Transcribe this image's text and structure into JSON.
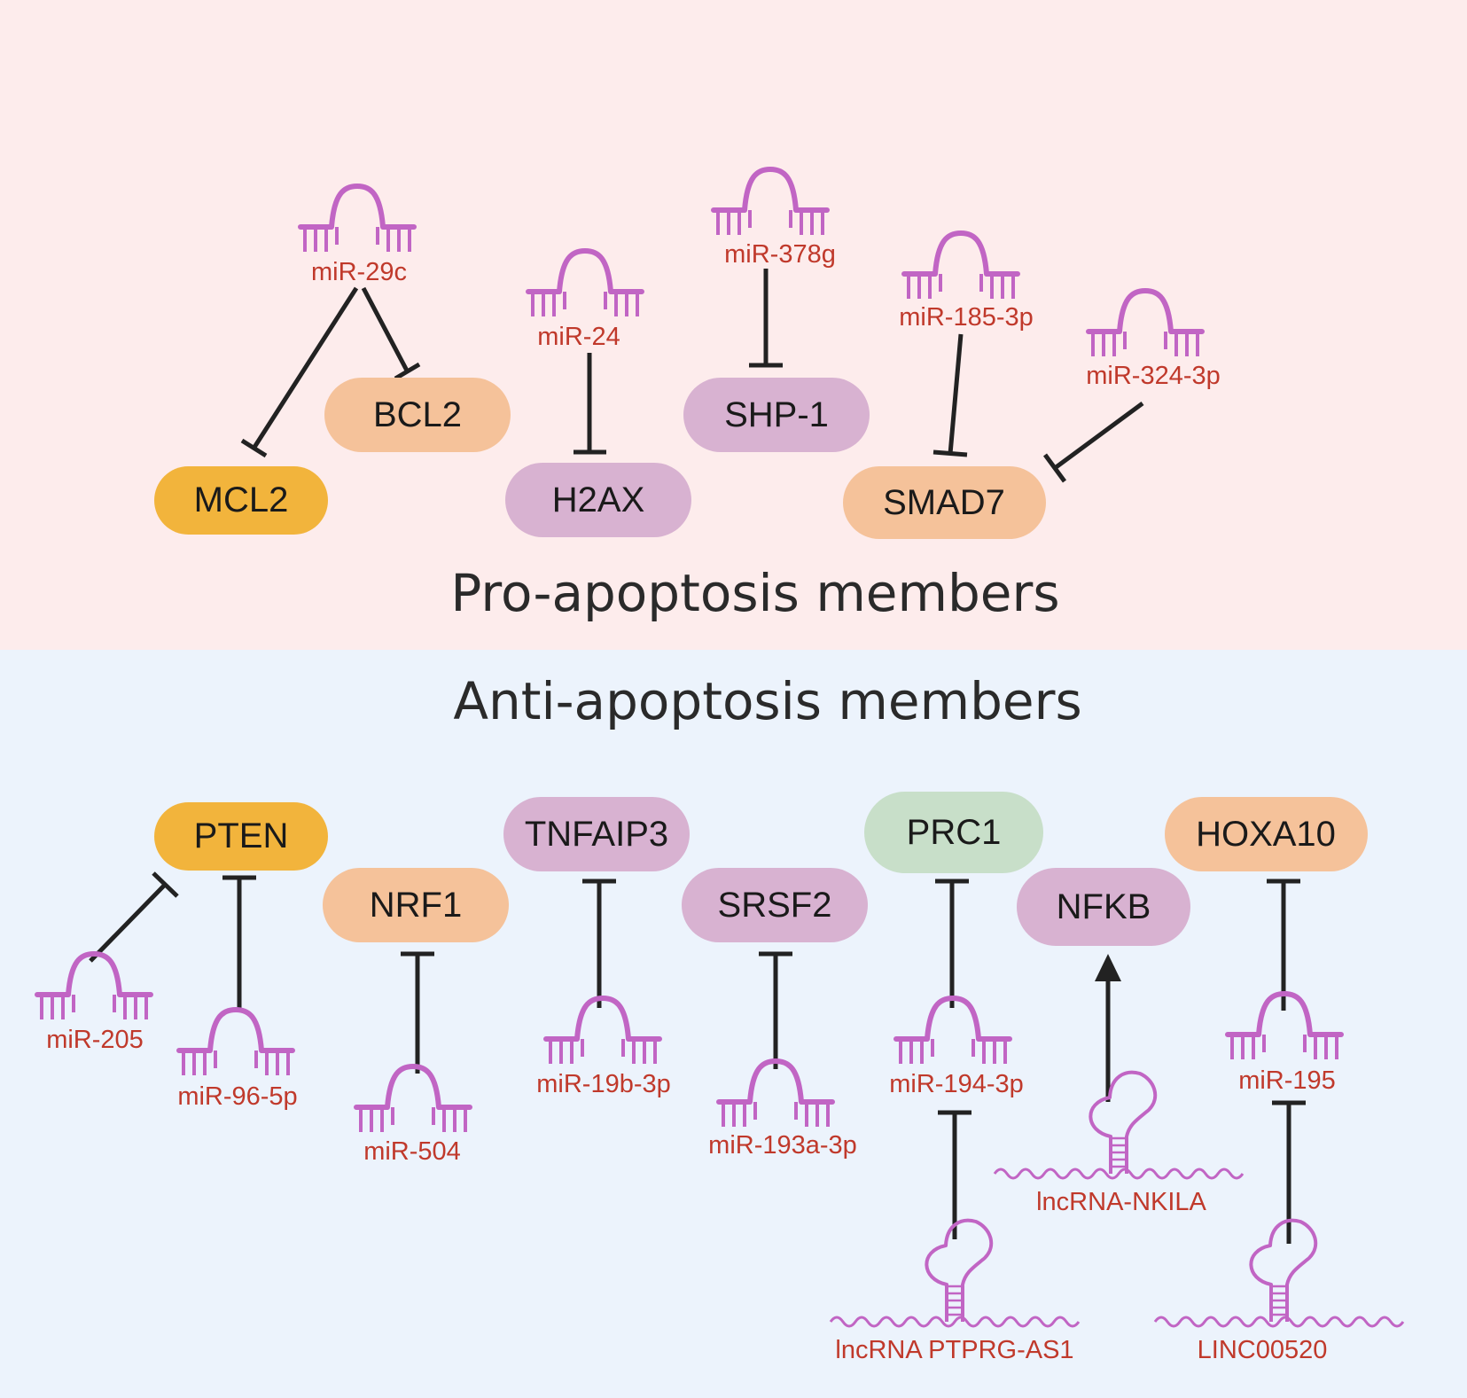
{
  "sections": {
    "pro": {
      "title": "Pro-apoptosis members",
      "bg": "#fdecec"
    },
    "anti": {
      "title": "Anti-apoptosis members",
      "bg": "#ecf3fc"
    }
  },
  "colors": {
    "orange": "#f2b43c",
    "peach": "#f5c29a",
    "lilac": "#d8b2d1",
    "mint": "#c8dfc9",
    "rna": "#c165c4",
    "label": "#c0392b",
    "line": "#222222"
  },
  "genes": {
    "mcl2": "MCL2",
    "bcl2": "BCL2",
    "h2ax": "H2AX",
    "shp1": "SHP-1",
    "smad7": "SMAD7",
    "pten": "PTEN",
    "nrf1": "NRF1",
    "tnfaip3": "TNFAIP3",
    "srsf2": "SRSF2",
    "prc1": "PRC1",
    "nfkb": "NFKB",
    "hoxa10": "HOXA10"
  },
  "mirnas": {
    "mir29c": "miR-29c",
    "mir24": "miR-24",
    "mir378g": "miR-378g",
    "mir185": "miR-185-3p",
    "mir324": "miR-324-3p",
    "mir205": "miR-205",
    "mir96": "miR-96-5p",
    "mir504": "miR-504",
    "mir19b": "miR-19b-3p",
    "mir193a": "miR-193a-3p",
    "mir194": "miR-194-3p",
    "mir195": "miR-195"
  },
  "lncrnas": {
    "ptprg": "lncRNA PTPRG-AS1",
    "nkila": "lncRNA-NKILA",
    "linc": "LINC00520"
  },
  "edges": [
    {
      "from": "miR-29c",
      "to": "MCL2",
      "type": "inhibit"
    },
    {
      "from": "miR-29c",
      "to": "BCL2",
      "type": "inhibit"
    },
    {
      "from": "miR-24",
      "to": "H2AX",
      "type": "inhibit"
    },
    {
      "from": "miR-378g",
      "to": "SHP-1",
      "type": "inhibit"
    },
    {
      "from": "miR-185-3p",
      "to": "SMAD7",
      "type": "inhibit"
    },
    {
      "from": "miR-324-3p",
      "to": "SMAD7",
      "type": "inhibit"
    },
    {
      "from": "miR-205",
      "to": "PTEN",
      "type": "inhibit"
    },
    {
      "from": "miR-96-5p",
      "to": "PTEN",
      "type": "inhibit"
    },
    {
      "from": "miR-504",
      "to": "NRF1",
      "type": "inhibit"
    },
    {
      "from": "miR-19b-3p",
      "to": "TNFAIP3",
      "type": "inhibit"
    },
    {
      "from": "miR-193a-3p",
      "to": "SRSF2",
      "type": "inhibit"
    },
    {
      "from": "miR-194-3p",
      "to": "PRC1",
      "type": "inhibit"
    },
    {
      "from": "lncRNA PTPRG-AS1",
      "to": "miR-194-3p",
      "type": "inhibit"
    },
    {
      "from": "lncRNA-NKILA",
      "to": "NFKB",
      "type": "activate"
    },
    {
      "from": "miR-195",
      "to": "HOXA10",
      "type": "inhibit"
    },
    {
      "from": "LINC00520",
      "to": "miR-195",
      "type": "inhibit"
    }
  ]
}
